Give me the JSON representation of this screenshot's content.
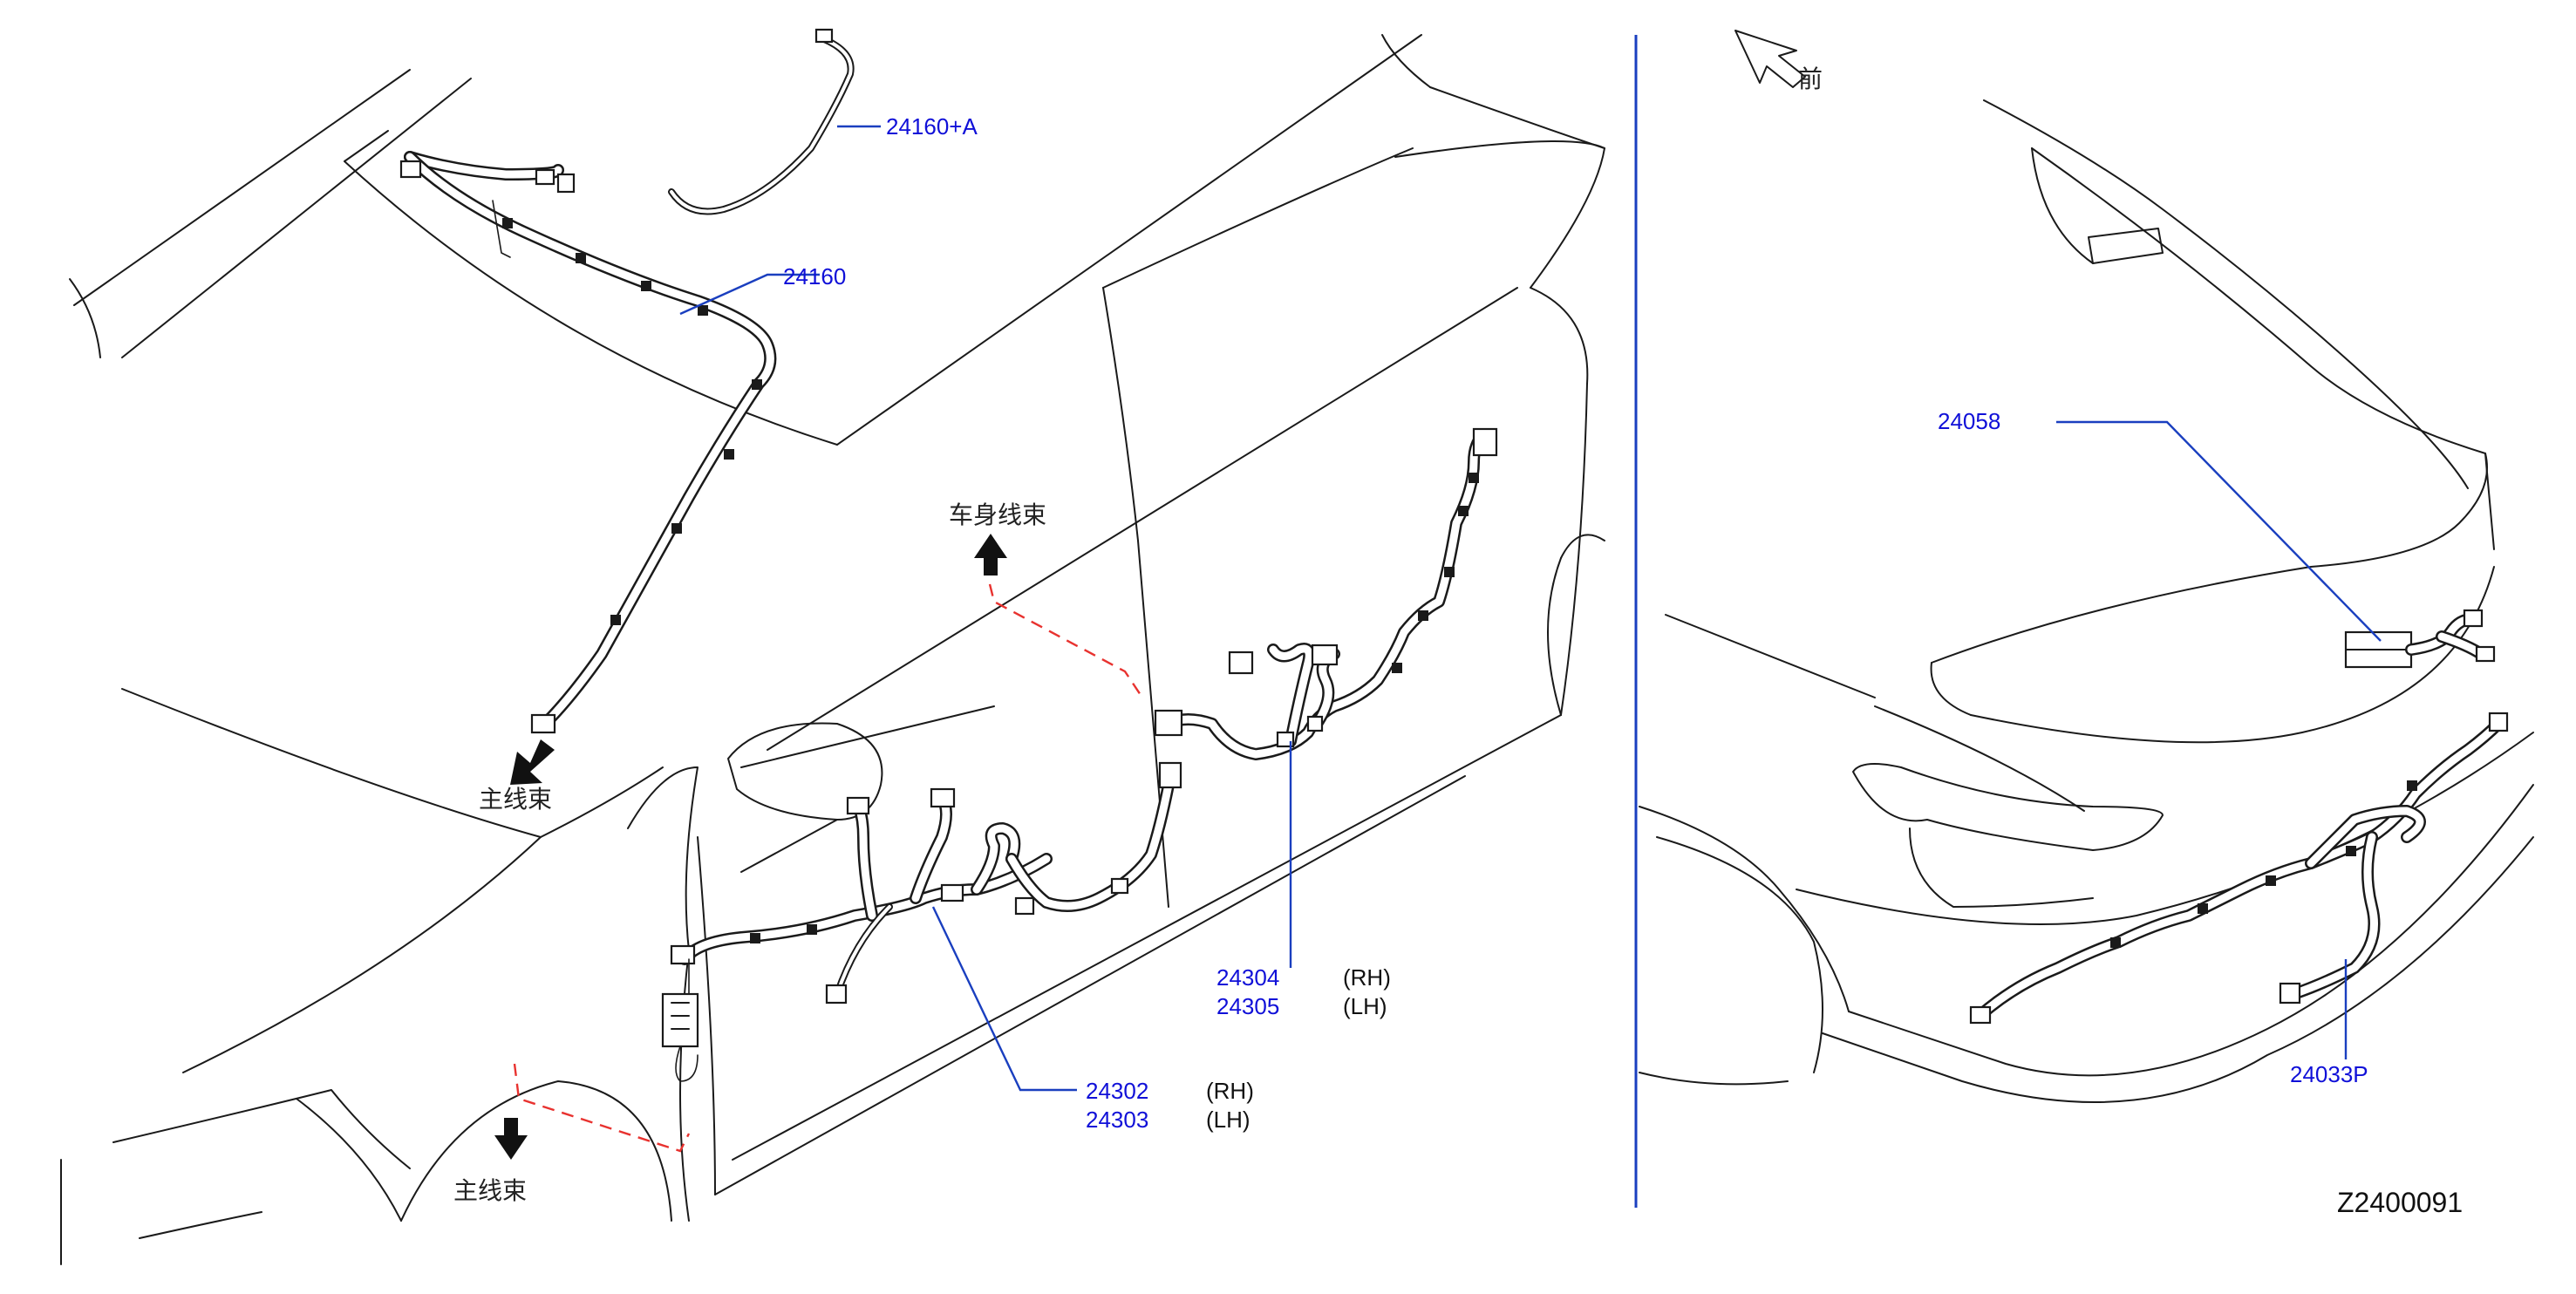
{
  "drawing_code": "Z2400091",
  "front_label": "前",
  "labels": {
    "main_harness": "主线束",
    "body_harness": "车身线束"
  },
  "parts": {
    "p24160a": "24160+A",
    "p24160": "24160",
    "p24304": "24304",
    "p24305": "24305",
    "p24302": "24302",
    "p24303": "24303",
    "p24058": "24058",
    "p24033p": "24033P"
  },
  "sides": {
    "rh": "(RH)",
    "lh": "(LH)"
  },
  "colors": {
    "part_number": "#1010d8",
    "leader_line": "#1a3fbf",
    "dashed_guide": "#e8322f",
    "outline": "#1a1a1a"
  }
}
